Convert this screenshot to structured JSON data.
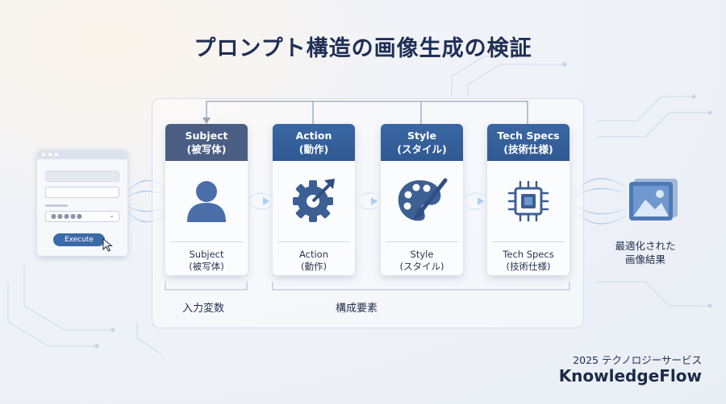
{
  "title": "プロンプト構造の画像生成の検証",
  "form": {
    "button_label": "Execute"
  },
  "cards": [
    {
      "head_en": "Subject",
      "head_jp": "(被写体)",
      "foot_en": "Subject",
      "foot_jp": "(被写体)",
      "icon": "person-icon"
    },
    {
      "head_en": "Action",
      "head_jp": "(動作)",
      "foot_en": "Action",
      "foot_jp": "(動作)",
      "icon": "gear-arrow-icon"
    },
    {
      "head_en": "Style",
      "head_jp": "(スタイル)",
      "foot_en": "Style",
      "foot_jp": "(スタイル)",
      "icon": "palette-icon"
    },
    {
      "head_en": "Tech Specs",
      "head_jp": "(技術仕様)",
      "foot_en": "Tech Specs",
      "foot_jp": "(技術仕様)",
      "icon": "chip-icon"
    }
  ],
  "brackets": {
    "input": "入力変数",
    "components": "構成要素"
  },
  "result": {
    "line1": "最適化された",
    "line2": "画像結果",
    "icon": "image-icon"
  },
  "brand": {
    "sub": "2025 テクノロジーサービス",
    "name": "KnowledgeFlow"
  },
  "colors": {
    "header_dark": "#4a5e83",
    "header_blue": "#2f5992",
    "accent": "#3b6aa8",
    "flow": "#7fb4ee"
  }
}
